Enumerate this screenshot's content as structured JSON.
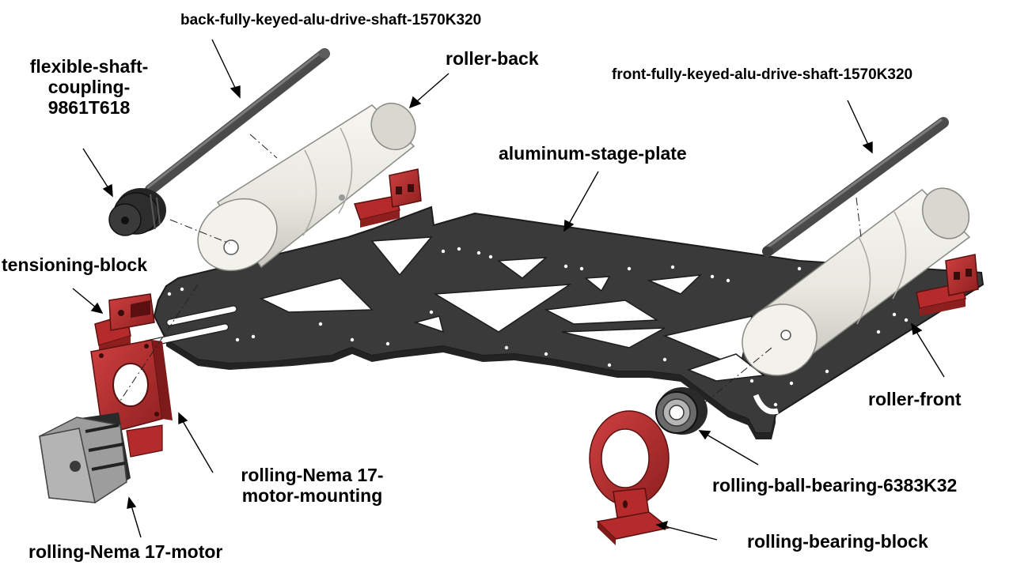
{
  "labels": {
    "back_drive_shaft": "back-fully-keyed-alu-drive-shaft-1570K320",
    "roller_back": "roller-back",
    "flexible_coupling": "flexible-shaft-\ncoupling-\n9861T618",
    "front_drive_shaft": "front-fully-keyed-alu-drive-shaft-1570K320",
    "stage_plate": "aluminum-stage-plate",
    "tensioning_block": "tensioning-block",
    "roller_front": "roller-front",
    "motor_mounting": "rolling-Nema 17-\nmotor-mounting",
    "ball_bearing": "rolling-ball-bearing-6383K32",
    "bearing_block": "rolling-bearing-block",
    "motor": "rolling-Nema 17-motor"
  },
  "colors": {
    "plate": "#3a3a3a",
    "plate_edge": "#1c1c1c",
    "block_red": "#b52a2a",
    "roller": "#ecebe4",
    "shaft": "#4a4a4a",
    "motor_body": "#a9a9a9"
  }
}
